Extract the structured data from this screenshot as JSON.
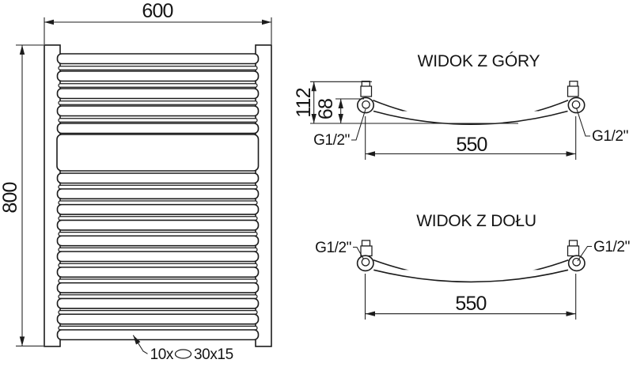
{
  "drawing": {
    "product": "curved towel radiator technical drawing",
    "colors": {
      "line": "#1c1c1c",
      "background": "#ffffff"
    }
  },
  "views": {
    "front": {
      "dim_width": "600",
      "dim_height": "800",
      "note_count": "10x",
      "note_symbol": "oval-tube-icon",
      "note_size": "30x15"
    },
    "top": {
      "title": "WIDOK Z GÓRY",
      "dim_total_depth": "112",
      "dim_axis_depth": "68",
      "dim_span": "550",
      "conn_left": "G1/2\"",
      "conn_right": "G1/2\""
    },
    "bottom": {
      "title": "WIDOK Z DOŁU",
      "dim_span": "550",
      "conn_left": "G1/2\"",
      "conn_right": "G1/2\""
    }
  }
}
